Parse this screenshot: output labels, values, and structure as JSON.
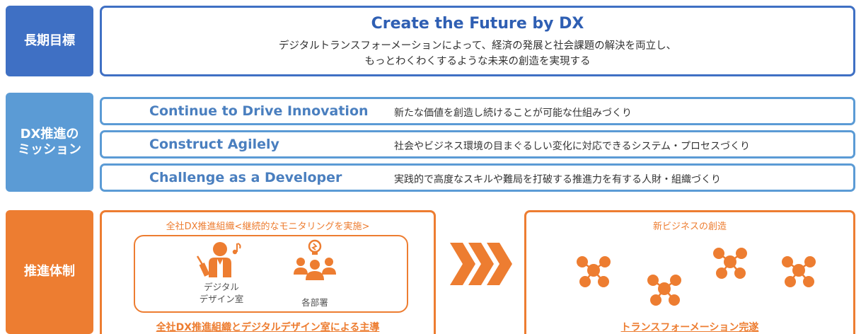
{
  "goal": {
    "label": "長期目標",
    "title": "Create the Future by DX",
    "line1": "デジタルトランスフォーメーションによって、経済の発展と社会課題の解決を両立し、",
    "line2": "もっとわくわくするような未来の創造を実現する"
  },
  "mission": {
    "label_line1": "DX推進の",
    "label_line2": "ミッション",
    "items": [
      {
        "title": "Continue to Drive Innovation",
        "desc": "新たな価値を創造し続けることが可能な仕組みづくり"
      },
      {
        "title": "Construct Agilely",
        "desc": "社会やビジネス環境の目まぐるしい変化に対応できるシステム・プロセスづくり"
      },
      {
        "title": "Challenge as a Developer",
        "desc": "実践的で高度なスキルや難局を打破する推進力を有する人財・組織づくり"
      }
    ]
  },
  "system": {
    "label": "推進体制",
    "left_title": "全社DX推進組織<継続的なモニタリングを実施>",
    "unit1_line1": "デジタル",
    "unit1_line2": "デザイン室",
    "unit2": "各部署",
    "left_footer": "全社DX推進組織とデジタルデザイン室による主導",
    "right_title": "新ビジネスの創造",
    "right_footer": "トランスフォーメーション完遂"
  },
  "colors": {
    "goal_blue": "#3f70c4",
    "mission_blue": "#5b9bd5",
    "system_orange": "#ed7d31"
  },
  "icons": [
    "conductor-icon",
    "team-idea-icon",
    "network-people-icon",
    "chevrons-right-icon"
  ]
}
